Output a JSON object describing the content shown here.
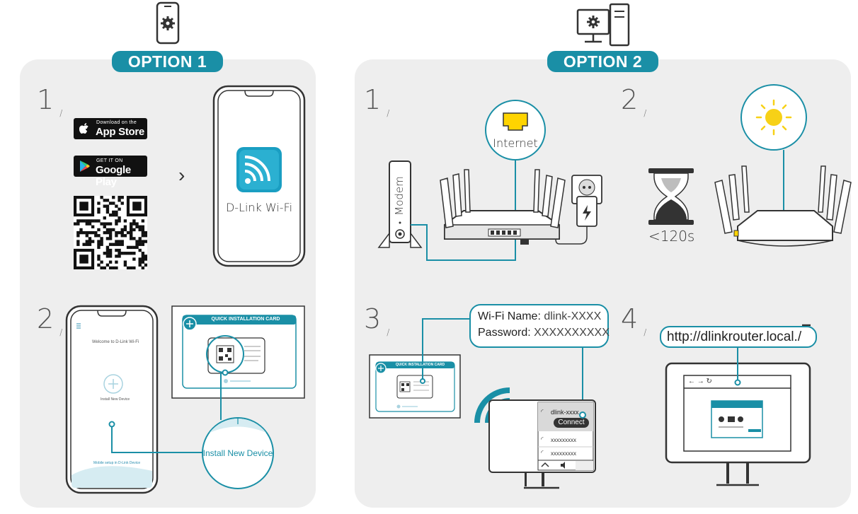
{
  "option1": {
    "label": "OPTION 1",
    "step1_number": "1",
    "step2_number": "2",
    "app_store": {
      "small": "Download on the",
      "big": "App Store"
    },
    "google_play": {
      "small": "GET IT ON",
      "big": "Google Play"
    },
    "app_name": "D-Link Wi-Fi",
    "phone_welcome": "Welcome to D-Link Wi-Fi",
    "phone_install_small": "Install New Device",
    "phone_bottom_link": "Mobile setup in D-Link Device",
    "card_title": "QUICK INSTALLATION CARD",
    "install_new_device": "Install New Device"
  },
  "option2": {
    "label": "OPTION 2",
    "step1_number": "1",
    "step2_number": "2",
    "step3_number": "3",
    "step4_number": "4",
    "internet_label": "Internet",
    "modem_label": "Modem",
    "timer_label": "<120s",
    "card_title": "QUICK INSTALLATION CARD",
    "wifi_name_label": "Wi-Fi Name:",
    "wifi_name_value": "dlink-XXXX",
    "password_label": "Password:",
    "password_value": "XXXXXXXXXX",
    "network_selected": "dlink-xxxx",
    "connect_label": "Connect",
    "network_other_1": "xxxxxxxxx",
    "network_other_2": "xxxxxxxxx",
    "url": "http://dlinkrouter.local./"
  },
  "colors": {
    "accent": "#1a8fa6",
    "panel": "#eeeeee",
    "sun": "#f7d117",
    "ethernet": "#ffd400"
  }
}
